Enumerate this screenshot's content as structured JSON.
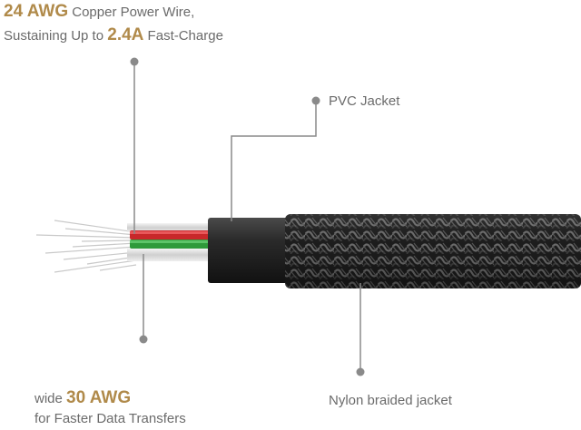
{
  "annotations": {
    "power_wire": {
      "line1_highlight": "24 AWG",
      "line1_text": " Copper Power Wire,",
      "line2_text": "Sustaining Up to ",
      "line2_highlight": "2.4A",
      "line2_suffix": " Fast-Charge"
    },
    "pvc": {
      "text": "PVC Jacket"
    },
    "data_wire": {
      "line1_prefix": "wide ",
      "line1_highlight": "30 AWG",
      "line2_text": "for Faster Data Transfers"
    },
    "nylon": {
      "text": "Nylon braided jacket"
    }
  },
  "colors": {
    "highlight": "#b08a4a",
    "text": "#6b6b6b",
    "wire_red": "#c8282a",
    "wire_green": "#2e9a3a",
    "jacket": "#2b2b2b",
    "leader": "#8a8a8a"
  }
}
